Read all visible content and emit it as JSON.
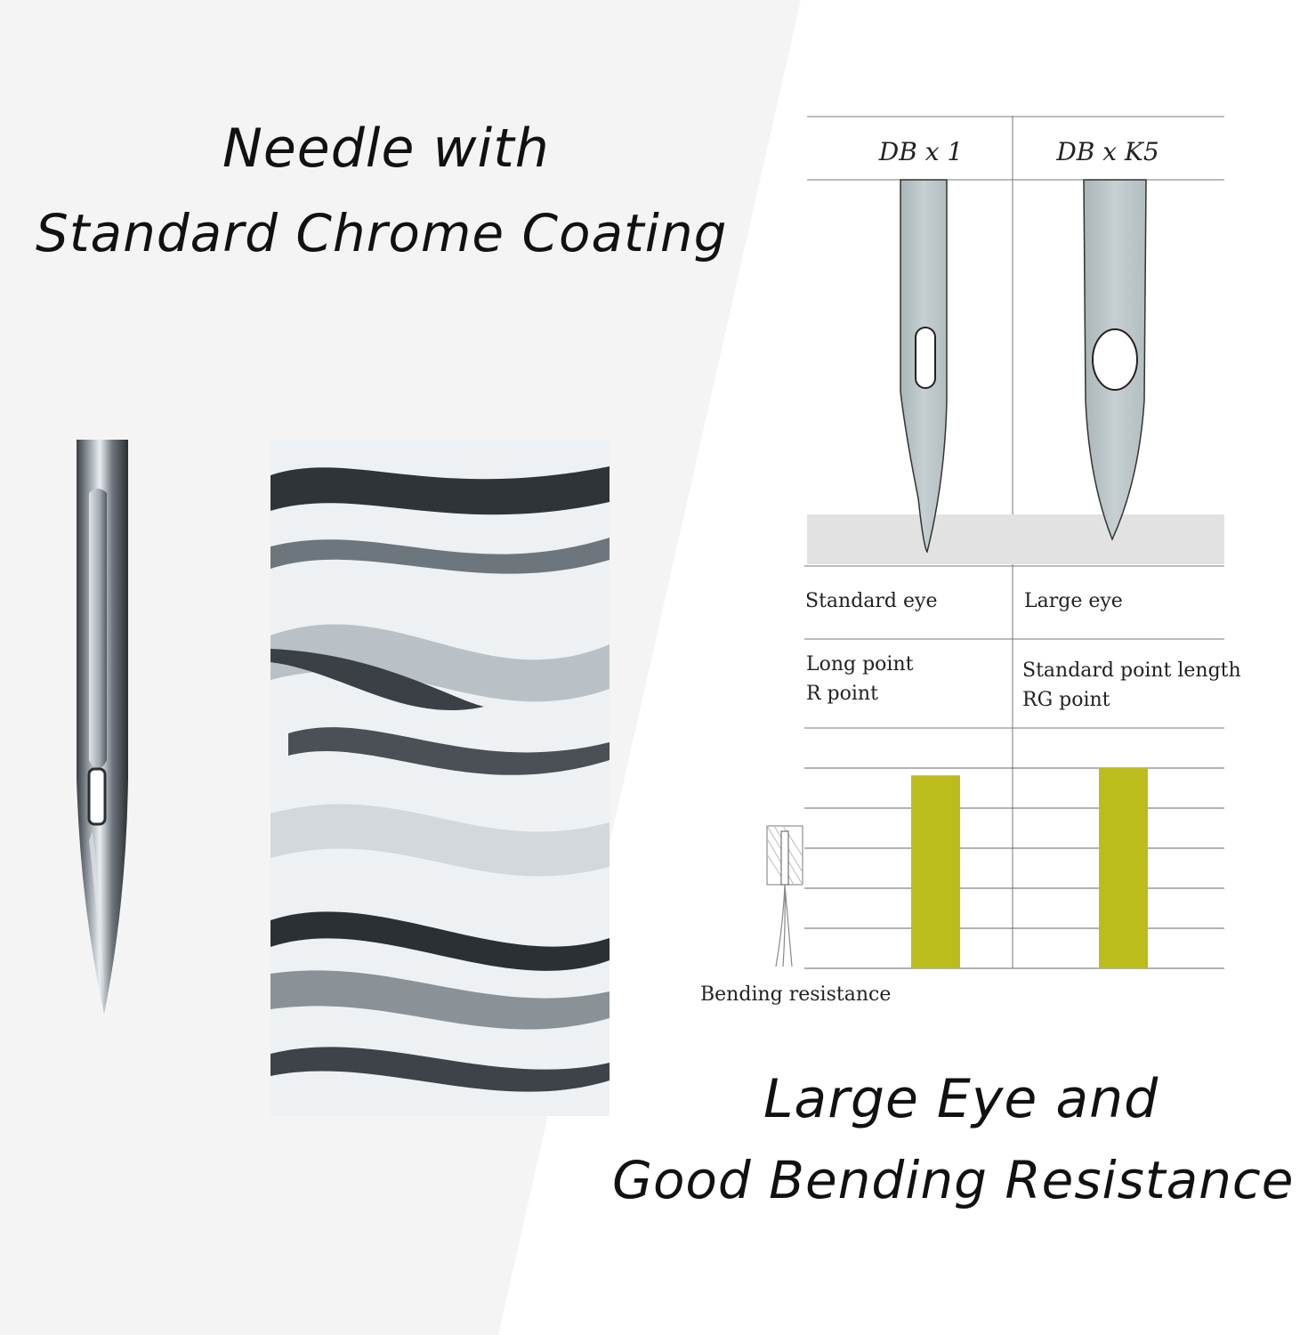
{
  "left": {
    "title_line1": "Needle with",
    "title_line2": "Standard Chrome Coating"
  },
  "right": {
    "title_line1": "Large Eye and",
    "title_line2": "Good Bending Resistance"
  },
  "comparison": {
    "columns": [
      {
        "name": "DB x 1",
        "eye": "Standard eye",
        "point_line1": "Long point",
        "point_line2": "R point",
        "eye_type": "standard"
      },
      {
        "name": "DB x K5",
        "eye": "Large eye",
        "point_line1": "Standard point length",
        "point_line2": "RG point",
        "eye_type": "large"
      }
    ],
    "bending_label": "Bending resistance"
  },
  "chart_data": {
    "type": "bar",
    "categories": [
      "DB x 1",
      "DB x K5"
    ],
    "values": [
      5.3,
      5.5
    ],
    "ylim": [
      0,
      5.5
    ],
    "ylabel": "Bending resistance",
    "grid": true,
    "bar_color": "#bcbc1c"
  },
  "colors": {
    "left_background": "#f4f4f4",
    "right_background": "#ffffff",
    "bar": "#bcbc1c",
    "needle": "#b9c5c7",
    "fabric_band": "#e2e2e2"
  }
}
